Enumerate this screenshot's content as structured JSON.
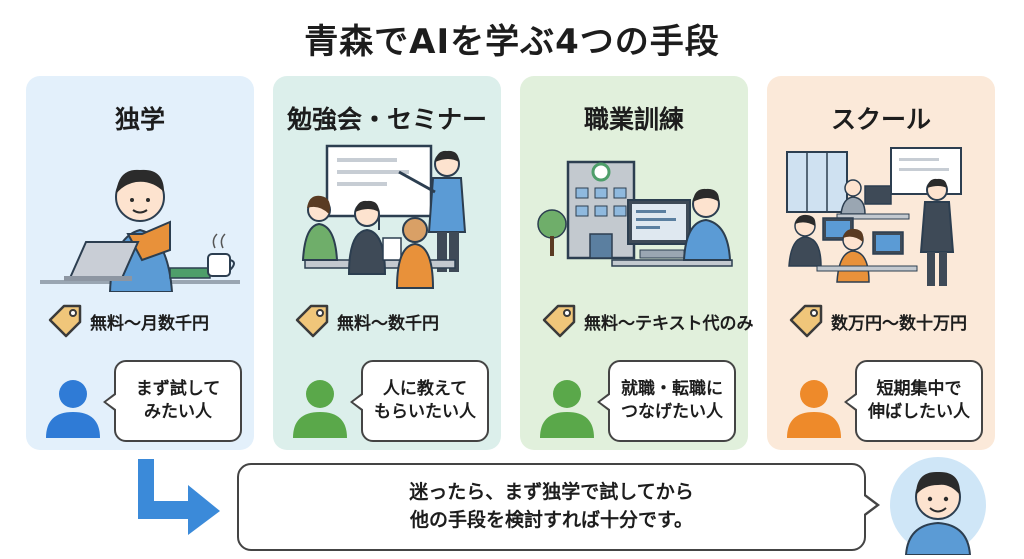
{
  "title": "青森でAIを学ぶ4つの手段",
  "cards": [
    {
      "title": "独学",
      "cost": "無料〜月数千円",
      "bubble_line1": "まず試して",
      "bubble_line2": "みたい人",
      "bg": "#e3f0fb",
      "person_color": "#2f7bd6"
    },
    {
      "title": "勉強会・セミナー",
      "cost": "無料〜数千円",
      "bubble_line1": "人に教えて",
      "bubble_line2": "もらいたい人",
      "bg": "#dcefeb",
      "person_color": "#5aa84a"
    },
    {
      "title": "職業訓練",
      "cost": "無料〜テキスト代のみ",
      "bubble_line1": "就職・転職に",
      "bubble_line2": "つなげたい人",
      "bg": "#e1f0dc",
      "person_color": "#5aa84a"
    },
    {
      "title": "スクール",
      "cost": "数万円〜数十万円",
      "bubble_line1": "短期集中で",
      "bubble_line2": "伸ばしたい人",
      "bg": "#fbe9d9",
      "person_color": "#ee8a2a"
    }
  ],
  "summary": {
    "line1": "迷ったら、まず独学で試してから",
    "line2": "他の手段を検討すれば十分です。"
  },
  "colors": {
    "tag": "#f0c67a",
    "arrow": "#3b8ad9",
    "guide_bg": "#cfe6f7"
  }
}
